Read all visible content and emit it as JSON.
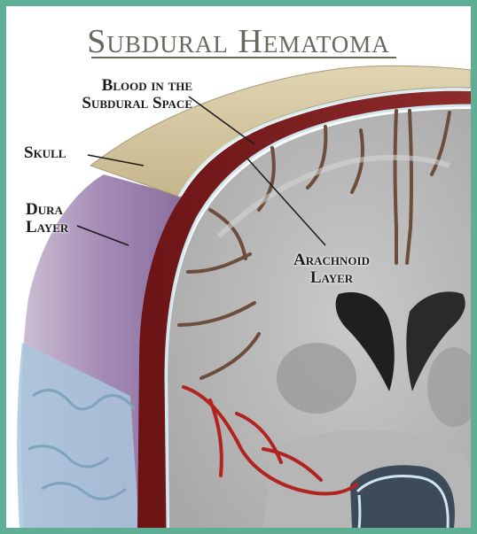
{
  "title": "Subdural Hematoma",
  "labels": {
    "blood_line1": "Blood in the",
    "blood_line2": "Subdural Space",
    "skull": "Skull",
    "dura_line1": "Dura",
    "dura_line2": "Layer",
    "arachnoid_line1": "Arachnoid",
    "arachnoid_line2": "Layer"
  },
  "colors": {
    "border": "#5fae96",
    "title": "#6a675f",
    "skull": "#cfc19a",
    "dura": "#a890b8",
    "blood": "#7a1f22",
    "brain_white": "#bcbcbc",
    "brain_gray": "#a8a8a8",
    "ventricle": "#1f1f1f",
    "vessel": "#b2221f"
  }
}
